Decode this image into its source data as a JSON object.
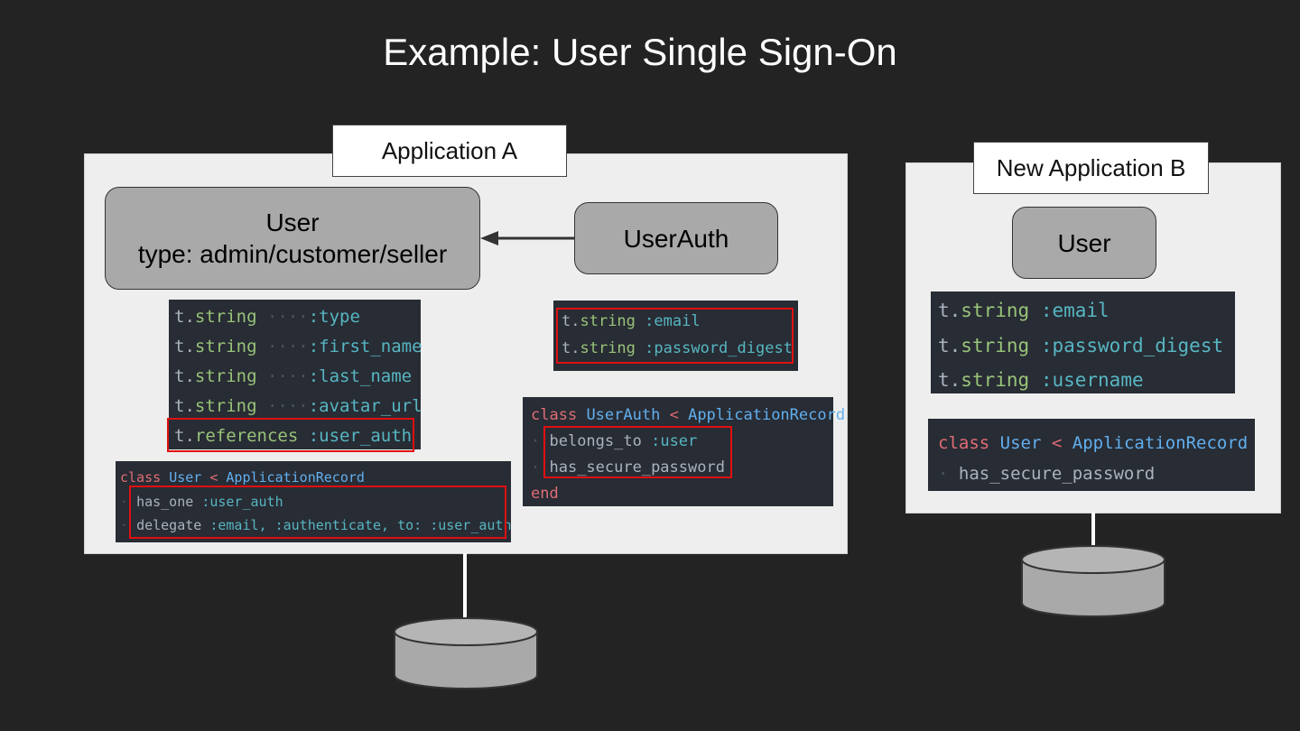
{
  "slide": {
    "title": "Example: User  Single Sign-On"
  },
  "app_a": {
    "label": "Application A",
    "user_entity": {
      "name": "User",
      "subtitle": "type: admin/customer/seller"
    },
    "userauth_entity": {
      "name": "UserAuth"
    },
    "user_schema": [
      {
        "recv": "t.",
        "method": "string",
        "pad": " ····",
        "sym": ":type"
      },
      {
        "recv": "t.",
        "method": "string",
        "pad": " ····",
        "sym": ":first_name"
      },
      {
        "recv": "t.",
        "method": "string",
        "pad": " ····",
        "sym": ":last_name"
      },
      {
        "recv": "t.",
        "method": "string",
        "pad": " ····",
        "sym": ":avatar_url"
      },
      {
        "recv": "t.",
        "method": "references",
        "pad": " ",
        "sym": ":user_auth"
      }
    ],
    "userauth_schema": [
      {
        "recv": "t.",
        "method": "string",
        "pad": " ",
        "sym": ":email"
      },
      {
        "recv": "t.",
        "method": "string",
        "pad": " ",
        "sym": ":password_digest"
      }
    ],
    "user_model": {
      "kw_class": "class",
      "name": "User",
      "lt": "<",
      "parent": "ApplicationRecord",
      "line1_method": "has_one",
      "line1_sym": ":user_auth",
      "line2_method": "delegate",
      "line2_args": ":email, :authenticate,",
      "line2_key": "to:",
      "line2_sym": ":user_auth"
    },
    "userauth_model": {
      "kw_class": "class",
      "name": "UserAuth",
      "lt": "<",
      "parent": "ApplicationRecord",
      "line1_method": "belongs_to",
      "line1_sym": ":user",
      "line2_method": "has_secure_password",
      "kw_end": "end"
    }
  },
  "app_b": {
    "label": "New Application B",
    "user_entity": {
      "name": "User"
    },
    "user_schema": [
      {
        "recv": "t.",
        "method": "string",
        "pad": " ",
        "sym": ":email"
      },
      {
        "recv": "t.",
        "method": "string",
        "pad": " ",
        "sym": ":password_digest"
      },
      {
        "recv": "t.",
        "method": "string",
        "pad": " ",
        "sym": ":username"
      }
    ],
    "user_model": {
      "kw_class": "class",
      "name": "User",
      "lt": "<",
      "parent": "ApplicationRecord",
      "line1_method": "has_secure_password"
    }
  },
  "colors": {
    "background": "#232323",
    "panel": "#eeeeee",
    "entity": "#a9a9a9",
    "code_bg": "#282c34",
    "highlight": "#e01010",
    "method": "#98c379",
    "symbol": "#56b6c2",
    "keyword": "#e06c75",
    "constant": "#61afef"
  }
}
